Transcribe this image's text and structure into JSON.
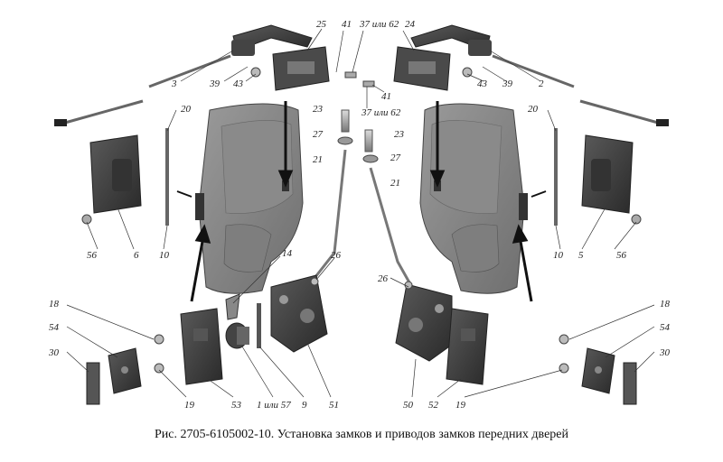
{
  "caption": "Рис. 2705-6105002-10. Установка замков и приводов замков передних дверей",
  "labels": {
    "l3": "3",
    "l39a": "39",
    "l43a": "43",
    "l25": "25",
    "l41a": "41",
    "l37a": "37 или 62",
    "l24": "24",
    "l41b": "41",
    "l37b": "37 или 62",
    "l43b": "43",
    "l39b": "39",
    "l2": "2",
    "l20a": "20",
    "l20b": "20",
    "l23a": "23",
    "l27a": "27",
    "l21a": "21",
    "l23b": "23",
    "l27b": "27",
    "l21b": "21",
    "l56a": "56",
    "l6": "6",
    "l10a": "10",
    "l10b": "10",
    "l5": "5",
    "l56b": "56",
    "l14": "14",
    "l26a": "26",
    "l26b": "26",
    "l18a": "18",
    "l54a": "54",
    "l30a": "30",
    "l18b": "18",
    "l54b": "54",
    "l30b": "30",
    "l19a": "19",
    "l53": "53",
    "l1_57": "1 или 57",
    "l9": "9",
    "l51": "51",
    "l50": "50",
    "l52": "52",
    "l19b": "19"
  }
}
